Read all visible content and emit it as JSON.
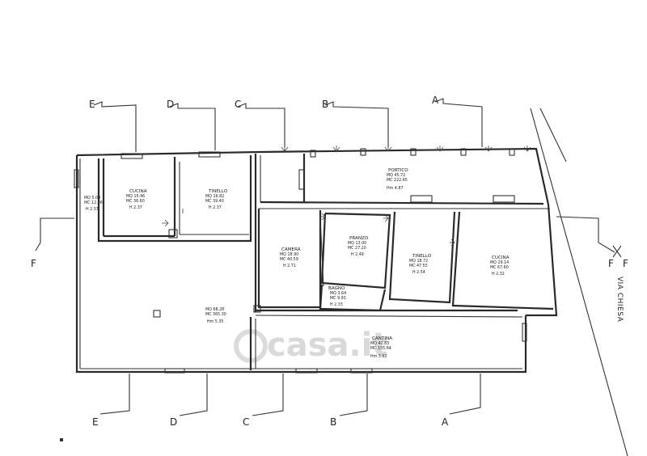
{
  "section_labels": {
    "top": [
      "E",
      "D",
      "C",
      "B",
      "A"
    ],
    "bottom": [
      "E",
      "D",
      "C",
      "B",
      "A"
    ],
    "side": [
      "F",
      "F",
      "F"
    ]
  },
  "street_label": "VIA CHIESA",
  "watermark": "casa.it",
  "rooms": [
    {
      "id": "small",
      "lines": [
        "MQ 5.09",
        "MC 12.06",
        "H 2.37"
      ]
    },
    {
      "id": "cucina1",
      "lines": [
        "CUCINA",
        "MQ 15.46",
        "MC 36.60",
        "H 2.37"
      ]
    },
    {
      "id": "tinello1",
      "lines": [
        "TINELLO",
        "MQ 16.82",
        "MC 39.40",
        "H 2.37"
      ]
    },
    {
      "id": "portico",
      "lines": [
        "PORTICO",
        "MQ 45.72",
        "MC 222.65",
        "Hm 4.87"
      ]
    },
    {
      "id": "camera",
      "lines": [
        "CAMERA",
        "MQ 18.90",
        "MC 40.59",
        "H 2.71"
      ]
    },
    {
      "id": "pranzo",
      "lines": [
        "PRANZO",
        "MQ 13.00",
        "MC 27.20",
        "H 2.49"
      ]
    },
    {
      "id": "tinello2",
      "lines": [
        "TINELLO",
        "MQ 18.72",
        "MC 47.55",
        "H 2.54"
      ]
    },
    {
      "id": "cucina2",
      "lines": [
        "CUCINA",
        "MQ 29.14",
        "MC 67.60",
        "H 2.32"
      ]
    },
    {
      "id": "bagno",
      "lines": [
        "BAGNO",
        "MQ 3.64",
        "MC 9.93",
        "H 2.33"
      ]
    },
    {
      "id": "grande",
      "lines": [
        "MQ 68.28",
        "MC 365.30",
        "Hm 5.35"
      ]
    },
    {
      "id": "cantina",
      "lines": [
        "CANTINA",
        "MQ 42.83",
        "MC 155.64",
        "Hm 3.62"
      ]
    }
  ]
}
